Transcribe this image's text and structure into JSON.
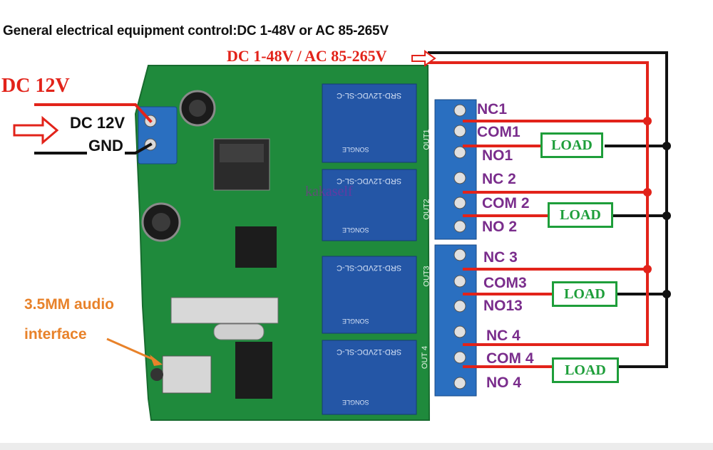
{
  "title": "General electrical equipment control:DC 1-48V or AC 85-265V",
  "supply_label": "DC 1-48V / AC 85-265V",
  "power_in": {
    "label": "DC 12V",
    "terminal_plus": "DC 12V",
    "terminal_gnd": "GND"
  },
  "relay_channels": [
    {
      "nc": "NC1",
      "com": "COM1",
      "no": "NO1",
      "load": "LOAD"
    },
    {
      "nc": "NC 2",
      "com": "COM 2",
      "no": "NO 2",
      "load": "LOAD"
    },
    {
      "nc": "NC 3",
      "com": "COM3",
      "no": "NO13",
      "load": "LOAD"
    },
    {
      "nc": "NC 4",
      "com": "COM 4",
      "no": "NO 4",
      "load": "LOAD"
    }
  ],
  "relay_text": {
    "brand": "SONGLE",
    "model": "SRD-12VDC-SL-C"
  },
  "board_silkscreen": [
    "OUT1",
    "OUT2",
    "OUT3",
    "OUT 4"
  ],
  "audio_label": [
    "3.5MM audio",
    "interface"
  ],
  "watermark": "kakaself",
  "colors": {
    "line_hot": "#e2231a",
    "line_neutral": "#111111",
    "load_border": "#1e9e3a",
    "pin_text": "#7a2d8c",
    "pcb": "#1f8a3c",
    "relay": "#2456a6",
    "terminal": "#2a6fc0",
    "audio_text": "#e8822a"
  }
}
